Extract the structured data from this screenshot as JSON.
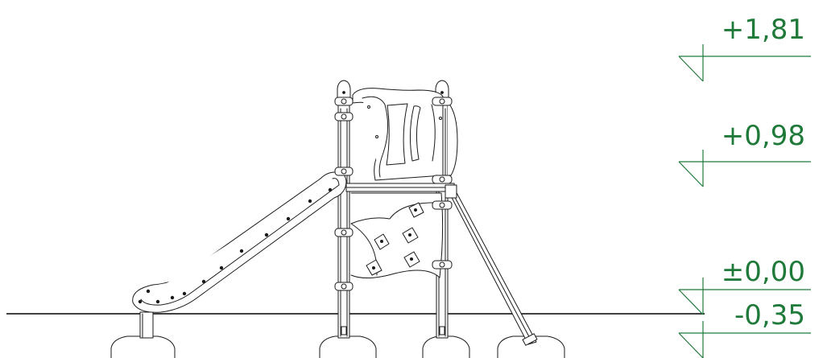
{
  "colors": {
    "ink": "#1a1a1a",
    "level_green": "#1f7a3a",
    "ground_line": "#000000"
  },
  "levels": [
    {
      "label": "+1,81",
      "value": 1.81
    },
    {
      "label": "+0,98",
      "value": 0.98
    },
    {
      "label": "±0,00",
      "value": 0.0
    },
    {
      "label": "-0,35",
      "value": -0.35
    }
  ]
}
